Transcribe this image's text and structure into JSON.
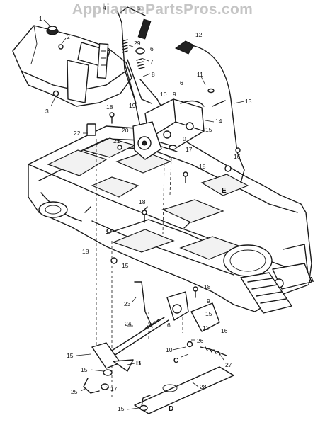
{
  "watermark": "AppliancePartsPros.com",
  "callouts": [
    {
      "label": "1"
    },
    {
      "label": "2"
    },
    {
      "label": "3"
    },
    {
      "label": "4"
    },
    {
      "label": "5"
    },
    {
      "label": "6"
    },
    {
      "label": "7"
    },
    {
      "label": "8"
    },
    {
      "label": "29"
    },
    {
      "label": "12"
    },
    {
      "label": "11"
    },
    {
      "label": "6"
    },
    {
      "label": "13"
    },
    {
      "label": "10"
    },
    {
      "label": "9"
    },
    {
      "label": "19"
    },
    {
      "label": "14"
    },
    {
      "label": "15"
    },
    {
      "label": "18"
    },
    {
      "label": "22"
    },
    {
      "label": "20"
    },
    {
      "label": "21"
    },
    {
      "label": "3"
    },
    {
      "label": "17"
    },
    {
      "label": "0"
    },
    {
      "label": "16"
    },
    {
      "label": "18"
    },
    {
      "label": "E"
    },
    {
      "label": "18"
    },
    {
      "label": "18"
    },
    {
      "label": "15"
    },
    {
      "label": "A"
    },
    {
      "label": "23"
    },
    {
      "label": "18"
    },
    {
      "label": "9"
    },
    {
      "label": "15"
    },
    {
      "label": "6"
    },
    {
      "label": "11"
    },
    {
      "label": "16"
    },
    {
      "label": "26"
    },
    {
      "label": "24"
    },
    {
      "label": "10"
    },
    {
      "label": "C"
    },
    {
      "label": "27"
    },
    {
      "label": "15"
    },
    {
      "label": "15"
    },
    {
      "label": "B"
    },
    {
      "label": "25"
    },
    {
      "label": "17"
    },
    {
      "label": "28"
    },
    {
      "label": "15"
    },
    {
      "label": "D"
    }
  ]
}
